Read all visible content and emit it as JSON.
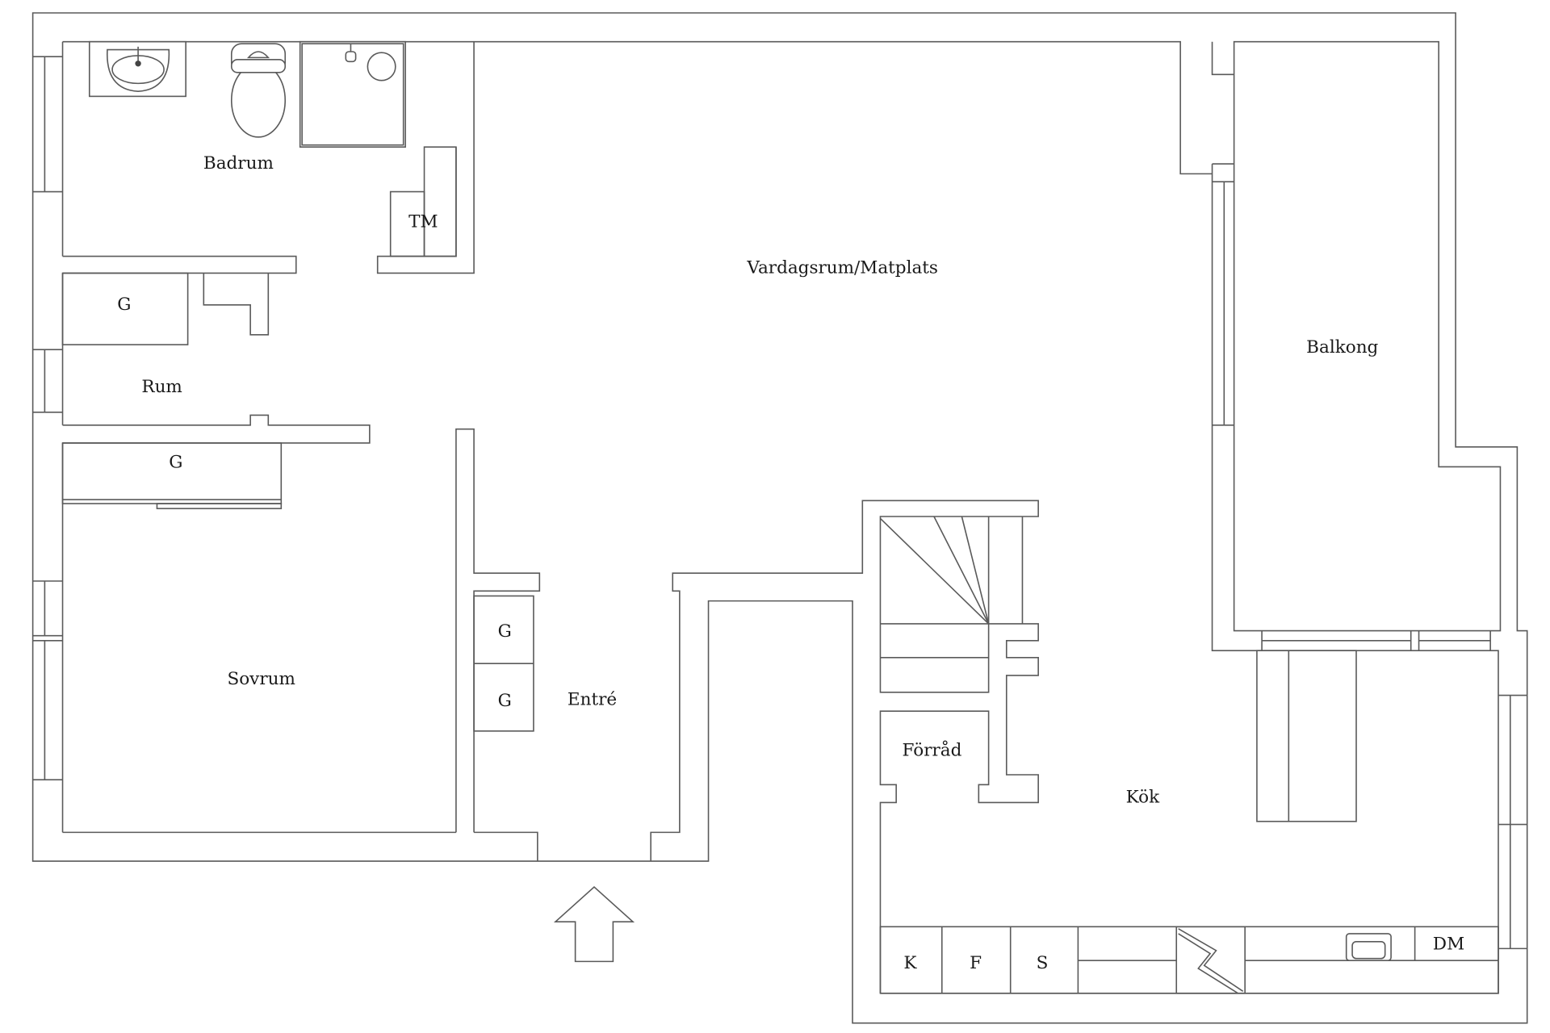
{
  "rooms": {
    "badrum": "Badrum",
    "tm": "TM",
    "vardagsrum": "Vardagsrum/Matplats",
    "balkong": "Balkong",
    "rum": "Rum",
    "rum_wardrobe": "G",
    "sovrum": "Sovrum",
    "sovrum_wardrobe": "G",
    "entre": "Entré",
    "entre_wardrobe_1": "G",
    "entre_wardrobe_2": "G",
    "forrad": "Förråd",
    "kok": "Kök"
  },
  "kitchen_appliances": {
    "k": "K",
    "f": "F",
    "s": "S",
    "dm": "DM"
  },
  "icons": [
    "washbasin-icon",
    "toilet-icon",
    "shower-icon",
    "staircase-icon",
    "stove-icon",
    "kitchen-sink-icon",
    "entrance-arrow-icon"
  ],
  "colors": {
    "line": "#5a5a5a",
    "text": "#1a1a1a",
    "background": "#ffffff"
  }
}
